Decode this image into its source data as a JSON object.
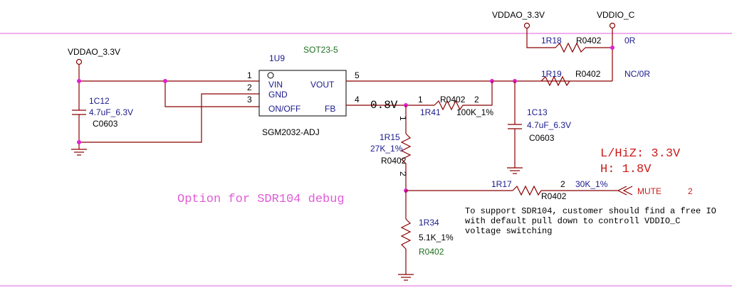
{
  "net_labels": {
    "vddao_left": "VDDAO_3.3V",
    "vddao_top": "VDDAO_3.3V",
    "vddio_c": "VDDIO_C",
    "mute": "MUTE"
  },
  "u9": {
    "ref": "1U9",
    "package": "SOT23-5",
    "part": "SGM2032-ADJ",
    "pins": {
      "vin": {
        "num": "1",
        "name": "VIN"
      },
      "gnd": {
        "num": "2",
        "name": "GND"
      },
      "onoff": {
        "num": "3",
        "name": "ON/OFF"
      },
      "vout": {
        "num": "5",
        "name": "VOUT"
      },
      "fb": {
        "num": "4",
        "name": "FB"
      }
    },
    "fb_voltage": "0.8V"
  },
  "c12": {
    "ref": "1C12",
    "value": "4.7uF_6.3V",
    "package": "C0603"
  },
  "c13": {
    "ref": "1C13",
    "value": "4.7uF_6.3V",
    "package": "C0603"
  },
  "r18": {
    "ref": "1R18",
    "package": "R0402",
    "value": "0R"
  },
  "r19": {
    "ref": "1R19",
    "package": "R0402",
    "value": "NC/0R"
  },
  "r41": {
    "ref": "1R41",
    "package": "R0402",
    "value": "100K_1%",
    "pin1": "1",
    "pin2": "2"
  },
  "r15": {
    "ref": "1R15",
    "value": "27K_1%",
    "package": "R0402",
    "pin1": "1",
    "pin2": "2"
  },
  "r17": {
    "ref": "1R17",
    "package": "R0402",
    "value": "30K_1%",
    "pin2": "2"
  },
  "r34": {
    "ref": "1R34",
    "value": "5.1K_1%",
    "package": "R0402"
  },
  "mute_pin": "2",
  "annotations": {
    "logic_low": "L/HiZ: 3.3V",
    "logic_high": "H: 1.8V",
    "option": "Option for SDR104 debug",
    "note_line1": "To support SDR104, customer should find a free IO",
    "note_line2": "with default pull down to controll VDDIO_C",
    "note_line3": "voltage switching"
  },
  "colors": {
    "wire": "#8b0000",
    "junction": "#e020d0",
    "border": "#e05cd8",
    "label_blue": "#1a1a8c",
    "label_green": "#1f6e1f",
    "label_red": "#cc1a1a"
  }
}
